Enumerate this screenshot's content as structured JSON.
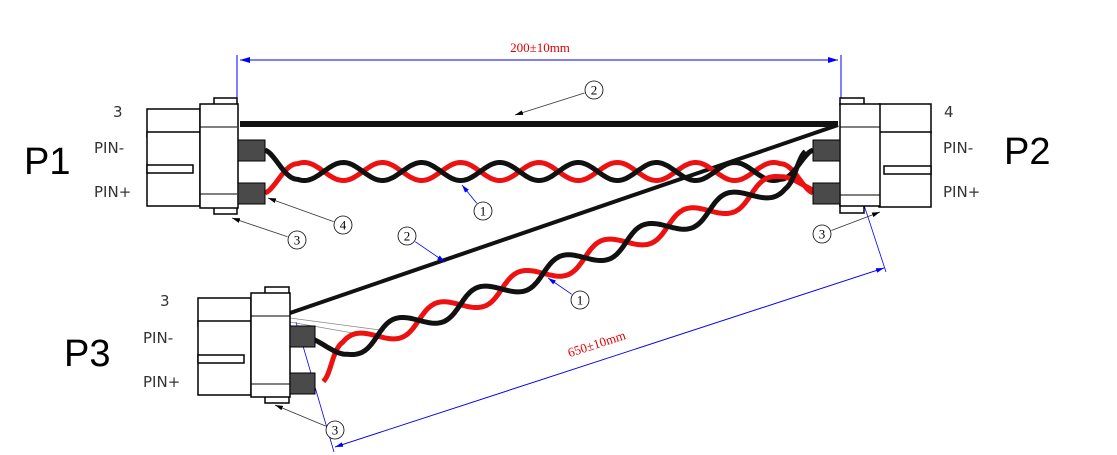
{
  "dimensions": {
    "top": "200±10mm",
    "diagonal": "650±10mm"
  },
  "connectors": {
    "p1": {
      "name": "P1",
      "count": "3",
      "pin_minus": "PIN-",
      "pin_plus": "PIN+"
    },
    "p2": {
      "name": "P2",
      "count": "4",
      "pin_minus": "PIN-",
      "pin_plus": "PIN+"
    },
    "p3": {
      "name": "P3",
      "count": "3",
      "pin_minus": "PIN-",
      "pin_plus": "PIN+"
    }
  },
  "balloons": [
    "2",
    "1",
    "4",
    "3",
    "2",
    "1",
    "3",
    "3"
  ],
  "colors": {
    "dimension_line": "#0000ff",
    "dimension_text": "#e00000",
    "wire_red": "#ee1111",
    "wire_black": "#111111",
    "pin_housing": "#4a4a4a"
  }
}
